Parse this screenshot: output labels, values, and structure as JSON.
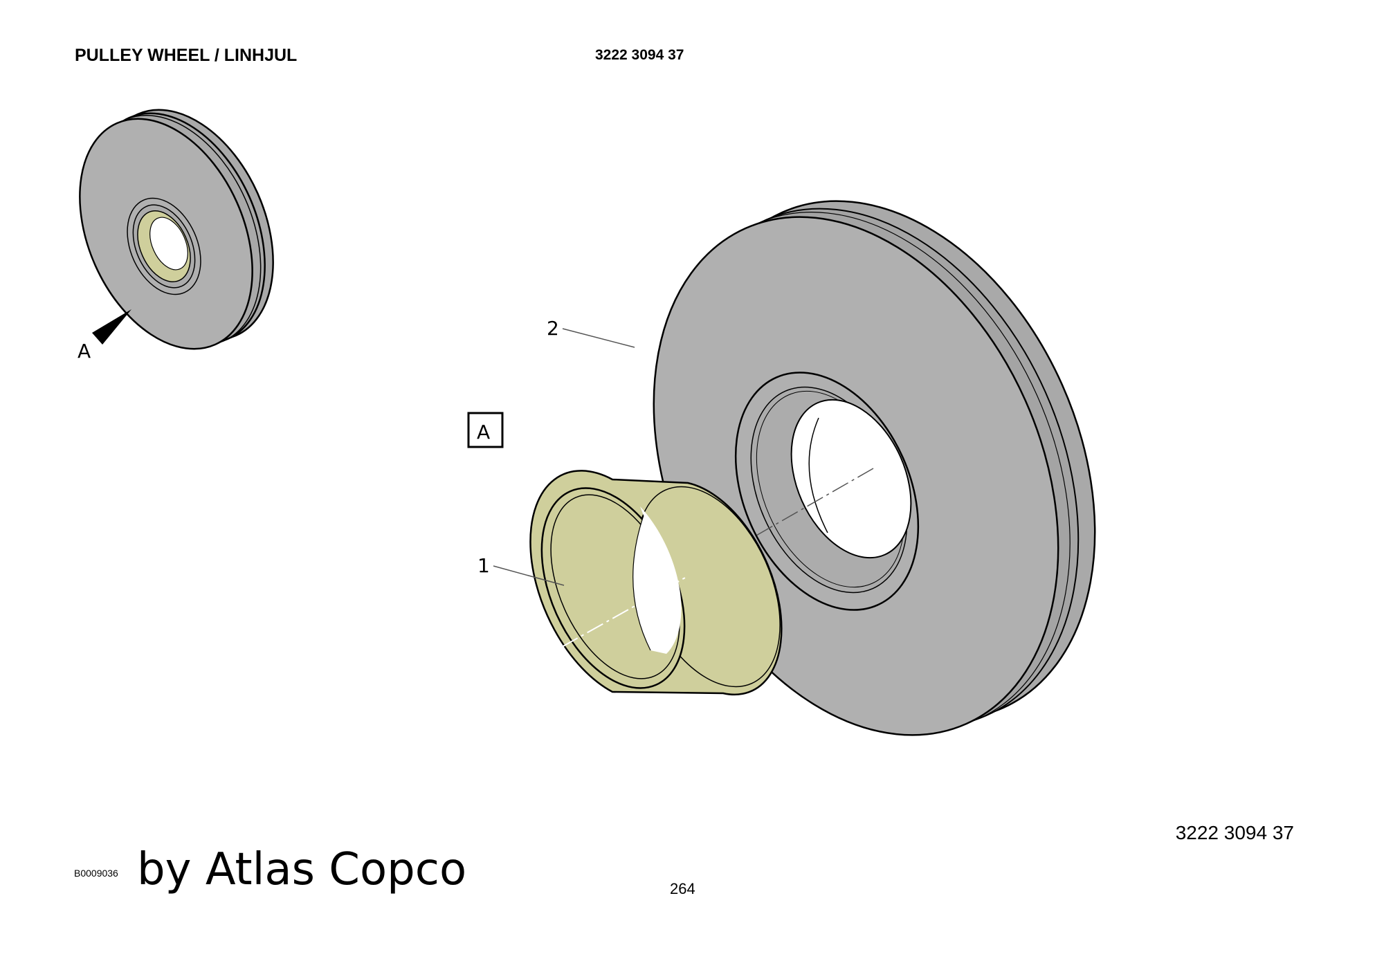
{
  "header": {
    "title": "PULLEY WHEEL / LINHJUL",
    "part_number": "3222 3094 37"
  },
  "drawing": {
    "view_marker": "A",
    "detail_box_label": "A",
    "callouts": [
      {
        "number": "1"
      },
      {
        "number": "2"
      }
    ]
  },
  "footer": {
    "figure_code": "B0009036",
    "watermark": "by Atlas Copco",
    "page_number": "264",
    "part_number": "3222 3094 37"
  },
  "colors": {
    "wheel": "#b0b0b0",
    "bushing": "#cfcf9c"
  }
}
